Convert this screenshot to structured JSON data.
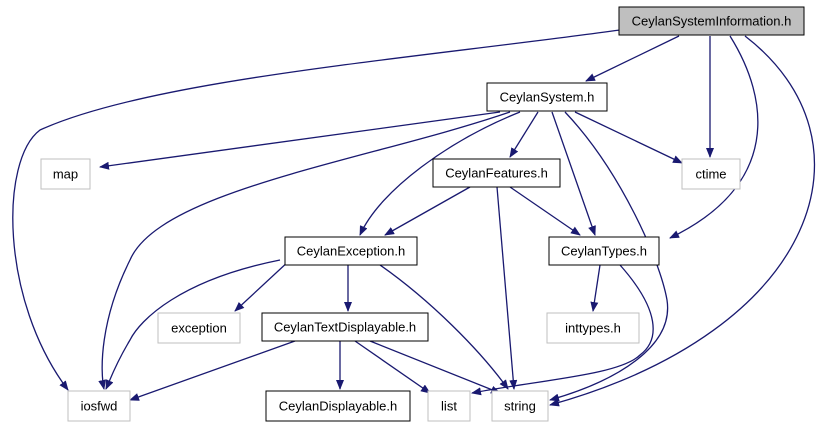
{
  "diagram": {
    "title": "",
    "edge_color": "#191970",
    "nodes": [
      {
        "id": "n_info",
        "label": "CeylanSystemInformation.h",
        "kind": "root",
        "fill": "#bfbfbf",
        "stroke": "#000000",
        "text": "#000000"
      },
      {
        "id": "n_system",
        "label": "CeylanSystem.h",
        "kind": "documented",
        "fill": "#ffffff",
        "stroke": "#000000",
        "text": "#000000"
      },
      {
        "id": "n_map",
        "label": "map",
        "kind": "external",
        "fill": "#ffffff",
        "stroke": "#bfbfbf",
        "text": "#000000"
      },
      {
        "id": "n_features",
        "label": "CeylanFeatures.h",
        "kind": "documented",
        "fill": "#ffffff",
        "stroke": "#000000",
        "text": "#000000"
      },
      {
        "id": "n_ctime",
        "label": "ctime",
        "kind": "external",
        "fill": "#ffffff",
        "stroke": "#bfbfbf",
        "text": "#000000"
      },
      {
        "id": "n_exception_h",
        "label": "CeylanException.h",
        "kind": "documented",
        "fill": "#ffffff",
        "stroke": "#000000",
        "text": "#000000"
      },
      {
        "id": "n_types",
        "label": "CeylanTypes.h",
        "kind": "documented",
        "fill": "#ffffff",
        "stroke": "#000000",
        "text": "#000000"
      },
      {
        "id": "n_exception",
        "label": "exception",
        "kind": "external",
        "fill": "#ffffff",
        "stroke": "#bfbfbf",
        "text": "#000000"
      },
      {
        "id": "n_textdisp",
        "label": "CeylanTextDisplayable.h",
        "kind": "documented",
        "fill": "#ffffff",
        "stroke": "#000000",
        "text": "#000000"
      },
      {
        "id": "n_inttypes",
        "label": "inttypes.h",
        "kind": "external",
        "fill": "#ffffff",
        "stroke": "#bfbfbf",
        "text": "#000000"
      },
      {
        "id": "n_iosfwd",
        "label": "iosfwd",
        "kind": "external",
        "fill": "#ffffff",
        "stroke": "#bfbfbf",
        "text": "#000000"
      },
      {
        "id": "n_disp",
        "label": "CeylanDisplayable.h",
        "kind": "documented",
        "fill": "#ffffff",
        "stroke": "#000000",
        "text": "#000000"
      },
      {
        "id": "n_list",
        "label": "list",
        "kind": "external",
        "fill": "#ffffff",
        "stroke": "#bfbfbf",
        "text": "#000000"
      },
      {
        "id": "n_string",
        "label": "string",
        "kind": "external",
        "fill": "#ffffff",
        "stroke": "#bfbfbf",
        "text": "#000000"
      }
    ],
    "edges": [
      {
        "from": "n_info",
        "to": "n_system"
      },
      {
        "from": "n_info",
        "to": "n_ctime"
      },
      {
        "from": "n_info",
        "to": "n_types"
      },
      {
        "from": "n_info",
        "to": "n_iosfwd"
      },
      {
        "from": "n_info",
        "to": "n_string"
      },
      {
        "from": "n_system",
        "to": "n_map"
      },
      {
        "from": "n_system",
        "to": "n_features"
      },
      {
        "from": "n_system",
        "to": "n_ctime"
      },
      {
        "from": "n_system",
        "to": "n_exception_h"
      },
      {
        "from": "n_system",
        "to": "n_types"
      },
      {
        "from": "n_system",
        "to": "n_iosfwd"
      },
      {
        "from": "n_system",
        "to": "n_string"
      },
      {
        "from": "n_features",
        "to": "n_exception_h"
      },
      {
        "from": "n_features",
        "to": "n_types"
      },
      {
        "from": "n_features",
        "to": "n_string"
      },
      {
        "from": "n_exception_h",
        "to": "n_exception"
      },
      {
        "from": "n_exception_h",
        "to": "n_textdisp"
      },
      {
        "from": "n_exception_h",
        "to": "n_iosfwd"
      },
      {
        "from": "n_exception_h",
        "to": "n_string"
      },
      {
        "from": "n_types",
        "to": "n_inttypes"
      },
      {
        "from": "n_types",
        "to": "n_list"
      },
      {
        "from": "n_textdisp",
        "to": "n_disp"
      },
      {
        "from": "n_textdisp",
        "to": "n_iosfwd"
      },
      {
        "from": "n_textdisp",
        "to": "n_list"
      },
      {
        "from": "n_textdisp",
        "to": "n_string"
      }
    ]
  }
}
